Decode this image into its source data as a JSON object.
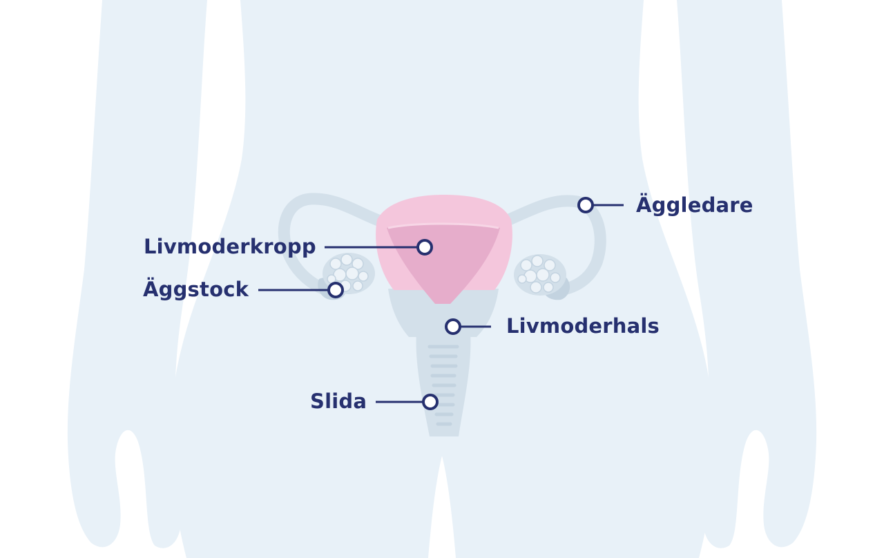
{
  "colors": {
    "background": "#ffffff",
    "silhouette": "#e8f1f8",
    "organ_gray": "#d3e0ea",
    "organ_gray_dark": "#c3d3e0",
    "uterus_pink": "#f4c6dc",
    "uterus_inner": "#e6adcb",
    "label_navy": "#26306f"
  },
  "labels": {
    "aggledare": "Äggledare",
    "livmoderkropp": "Livmoderkropp",
    "aggstock": "Äggstock",
    "livmoderhals": "Livmoderhals",
    "slida": "Slida"
  }
}
